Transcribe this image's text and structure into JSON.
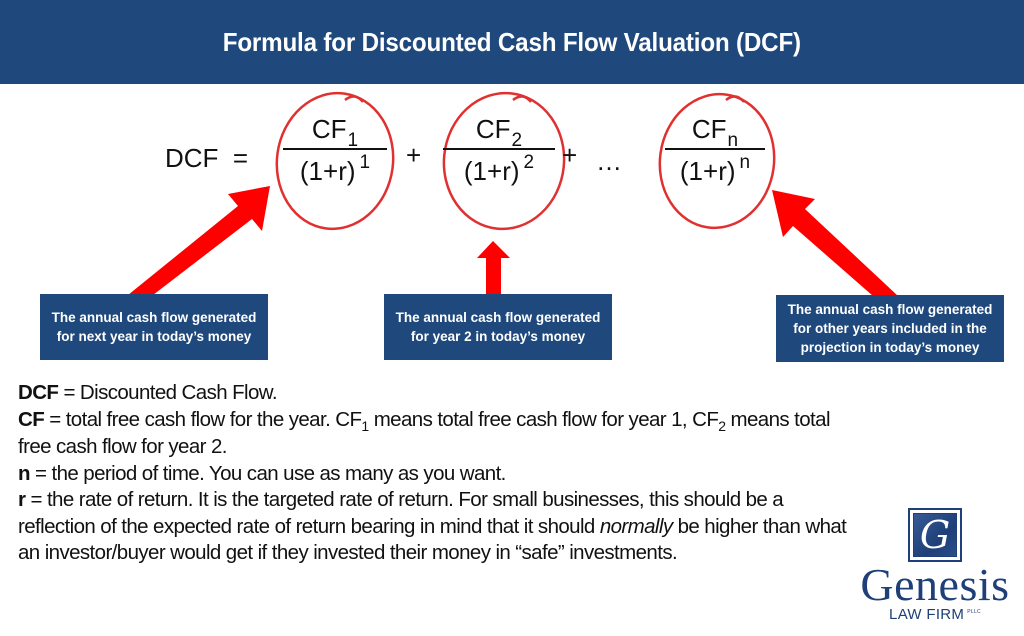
{
  "header": {
    "title": "Formula for Discounted Cash Flow Valuation (DCF)"
  },
  "formula": {
    "lhs": "DCF",
    "equals": "=",
    "terms": [
      {
        "num_base": "CF",
        "num_sub": "1",
        "den_base": "(1+r)",
        "den_exp": "1"
      },
      {
        "num_base": "CF",
        "num_sub": "2",
        "den_base": "(1+r)",
        "den_exp": "2"
      },
      {
        "num_base": "CF",
        "num_sub": "n",
        "den_base": "(1+r)",
        "den_exp": "n"
      }
    ],
    "plus_1": "+",
    "plus_2": "+",
    "ellipsis": "…"
  },
  "callouts": [
    {
      "line1": "The annual cash flow generated",
      "line2": "for next year in today’s money"
    },
    {
      "line1": "The annual cash flow generated",
      "line2": "for year 2 in today’s money"
    },
    {
      "line1": "The annual cash flow generated",
      "line2": "for other years included in the",
      "line3": "projection in today’s money"
    }
  ],
  "definitions": {
    "dcf": {
      "term": "DCF",
      "text": " = Discounted Cash Flow."
    },
    "cf": {
      "term": "CF",
      "text_a": " = total free cash flow for the year. CF",
      "sub_a": "1",
      "text_b": " means total free cash flow for year 1, CF",
      "sub_b": "2",
      "text_c": " means total free cash flow for year 2."
    },
    "n": {
      "term": "n",
      "text": " = the period of time. You can use as many as you want."
    },
    "r": {
      "term": "r",
      "text_a": " = the rate of return. It is the targeted rate of return. For small businesses, this should be a reflection of the expected rate of return bearing in mind that it should ",
      "emphasis": "normally",
      "text_b": " be higher than what an investor/buyer would get if they invested their money in “safe” investments."
    }
  },
  "logo": {
    "monogram": "G",
    "name": "Genesis",
    "subtitle": "LAW FIRM",
    "suffix": "PLLC"
  },
  "colors": {
    "header_bg": "#1f497d",
    "callout_bg": "#1f497d",
    "arrow": "#ff0000",
    "circle": "#e03030",
    "logo": "#1f3f78"
  }
}
